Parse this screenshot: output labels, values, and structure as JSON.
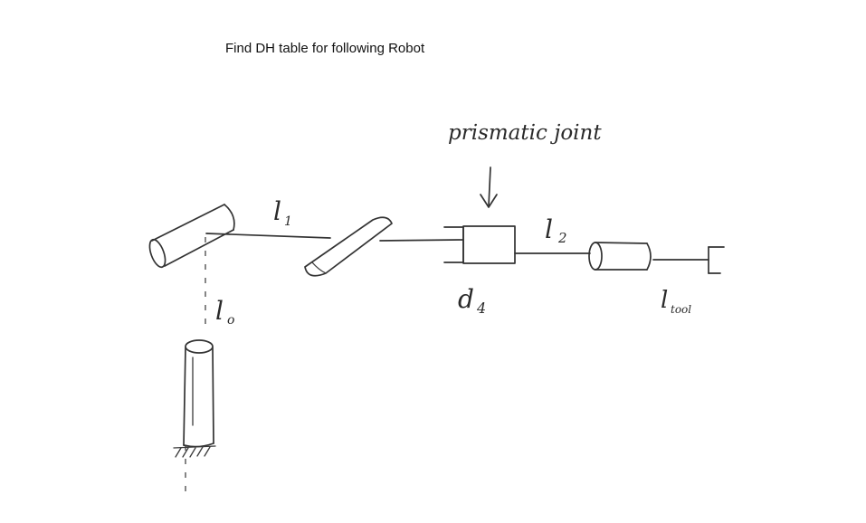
{
  "title": "Find DH table for following Robot",
  "annotations": {
    "prismatic": "prismatic joint",
    "l0": "l₀",
    "l1": "l₁",
    "l2": "l₂",
    "d4": "d₄",
    "ltool": "l_tool"
  },
  "colors": {
    "ink": "#333333",
    "background": "#ffffff"
  }
}
